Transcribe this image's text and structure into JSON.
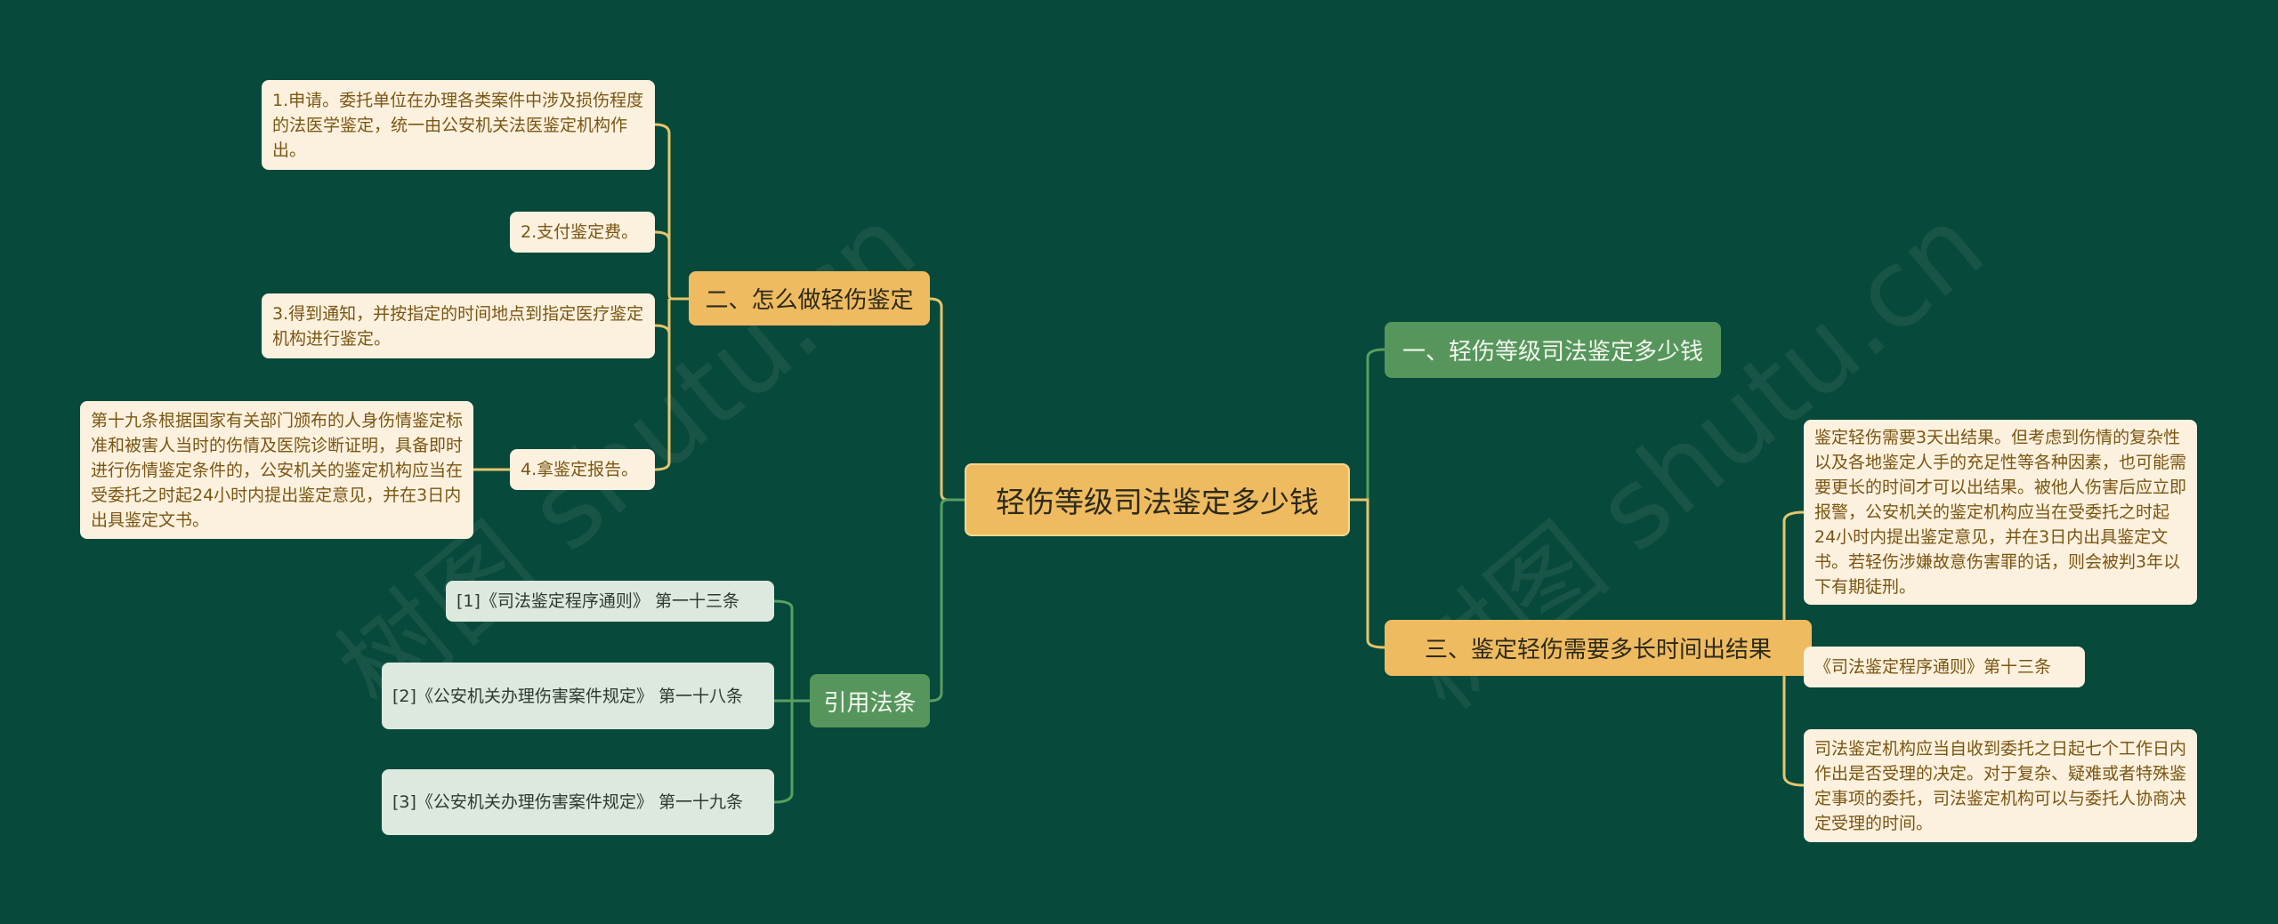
{
  "root": {
    "label": "轻伤等级司法鉴定多少钱"
  },
  "left_branches": [
    {
      "label": "二、怎么做轻伤鉴定",
      "children": [
        {
          "label": "1.申请。委托单位在办理各类案件中涉及损伤程度的法医学鉴定，统一由公安机关法医鉴定机构作出。"
        },
        {
          "label": "2.支付鉴定费。"
        },
        {
          "label": "3.得到通知，并按指定的时间地点到指定医疗鉴定机构进行鉴定。"
        },
        {
          "label": "4.拿鉴定报告。",
          "detail": "第十九条根据国家有关部门颁布的人身伤情鉴定标准和被害人当时的伤情及医院诊断证明，具备即时进行伤情鉴定条件的，公安机关的鉴定机构应当在受委托之时起24小时内提出鉴定意见，并在3日内出具鉴定文书。"
        }
      ]
    },
    {
      "label": "引用法条",
      "children": [
        {
          "label": "[1]《司法鉴定程序通则》 第一十三条"
        },
        {
          "label": "[2]《公安机关办理伤害案件规定》 第一十八条"
        },
        {
          "label": "[3]《公安机关办理伤害案件规定》 第一十九条"
        }
      ]
    }
  ],
  "right_branches": [
    {
      "label": "一、轻伤等级司法鉴定多少钱"
    },
    {
      "label": "三、鉴定轻伤需要多长时间出结果",
      "children": [
        {
          "label": "鉴定轻伤需要3天出结果。但考虑到伤情的复杂性以及各地鉴定人手的充足性等各种因素，也可能需要更长的时间才可以出结果。被他人伤害后应立即报警，公安机关的鉴定机构应当在受委托之时起24小时内提出鉴定意见，并在3日内出具鉴定文书。若轻伤涉嫌故意伤害罪的话，则会被判3年以下有期徒刑。"
        },
        {
          "label": "《司法鉴定程序通则》第十三条"
        },
        {
          "label": "司法鉴定机构应当自收到委托之日起七个工作日内作出是否受理的决定。对于复杂、疑难或者特殊鉴定事项的委托，司法鉴定机构可以与委托人协商决定受理的时间。"
        }
      ]
    }
  ],
  "colors": {
    "background": "#07493a",
    "orange": "#efbb60",
    "green": "#56965c",
    "cream": "#fcf1df",
    "line_yellow": "#e5c56c",
    "line_green": "#5a9e62"
  }
}
